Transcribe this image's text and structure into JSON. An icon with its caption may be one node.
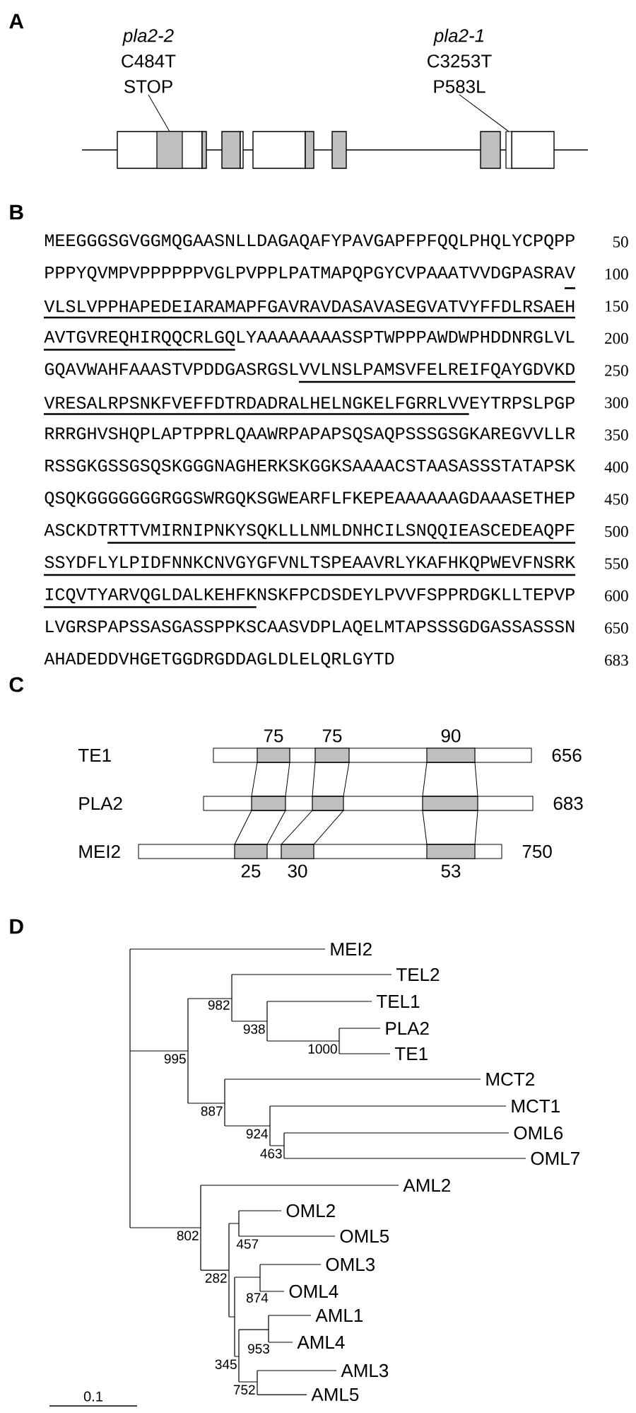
{
  "diagram": {
    "nodes": [
      {
        "text": [
          "pla2-2",
          "C484T",
          "STOP"
        ]
      },
      {
        "text": [
          "pla2-1",
          "C3253T",
          "P583L"
        ]
      },
      {
        "text": [],
        "shape": "box"
      },
      {
        "text": [],
        "shape": "box"
      },
      {
        "text": [],
        "shape": "bar",
        "beside": [
          "656"
        ]
      },
      {
        "text": [],
        "shape": "box",
        "in": 4,
        "beside": [
          "75"
        ]
      },
      {
        "text": [],
        "shape": "box",
        "in": 4,
        "beside": [
          "75"
        ]
      },
      {
        "text": [],
        "shape": "box",
        "in": 4,
        "beside": [
          "90"
        ]
      },
      {
        "text": [],
        "shape": "bar",
        "beside": [
          "683"
        ]
      },
      {
        "text": [],
        "shape": "box",
        "in": 8
      },
      {
        "text": [],
        "shape": "box",
        "in": 8
      },
      {
        "text": [],
        "shape": "box",
        "in": 8
      },
      {
        "text": [],
        "shape": "bar",
        "beside": [
          "750"
        ]
      },
      {
        "text": [],
        "shape": "box",
        "in": 12,
        "beside": [
          "25"
        ]
      },
      {
        "text": [],
        "shape": "box",
        "in": 12,
        "beside": [
          "30"
        ]
      },
      {
        "text": [],
        "shape": "box",
        "in": 12,
        "beside": [
          "53"
        ]
      }
    ],
    "edges": [
      {
        "from": 0,
        "to": 2,
        "arrow": "none"
      },
      {
        "from": 1,
        "to": 3,
        "arrow": "none"
      },
      {
        "from": 5,
        "to": 9,
        "arrow": "none"
      },
      {
        "from": 6,
        "to": 10,
        "arrow": "none"
      },
      {
        "from": 7,
        "to": 11,
        "arrow": "none"
      },
      {
        "from": 9,
        "to": 13,
        "arrow": "none"
      },
      {
        "from": 10,
        "to": 14,
        "arrow": "none"
      },
      {
        "from": 11,
        "to": 15,
        "arrow": "none"
      }
    ],
    "labels": [
      "A",
      "B",
      "MEEGGGSGVGGMQGAASNLLDAGAQAFYPAVGAPFPFQQLPHQLYCPQPP",
      "50",
      "PPPYQVMPVPPPPPPVGLPVPPLPATMAPQPGYCVPAAATVVDGPASRAV",
      "100",
      "VLSLVPPHAPEDEIARAMAPFGAVRAVDASAVASEGVATVYFFDLRSAEH",
      "150",
      "AVTGVREQHIRQQCRLGQLYAAAAAAAASSPTWPPPAWDWPHDDNRGLVL",
      "200",
      "GQAVWAHFAAASTVPDDGASRGSLVVLNSLPAMSVFELREIFQAYGDVKD",
      "250",
      "VRESALRPSNKFVEFFDTRDADRALHELNGKELFGRRLVVEYTRPSLPGP",
      "300",
      "RRRGHVSHQPLAPTPPRLQAAWRPAPAPSQSAQPSSSGSGKAREGVVLLR",
      "350",
      "RSSGKGSSGSQSKGGGNAGHERKSKGGKSAAAACSTAASASSSTATAPSK",
      "400",
      "QSQKGGGGGGGRGGSWRGQKSGWEARFLFKEPEAAAAAAGDAAASETHEP",
      "450",
      "ASCKDTRTTVMIRNIPNKYSQKLLLNMLDNHCILSNQQIEASCEDEAQPF",
      "500",
      "SSYDFLYLPIDFNNKCNVGYGFVNLTSPEAAVRLYKAFHKQPWEVFNSRK",
      "550",
      "ICQVTYARVQGLDALKEHFKNSKFPCDSDEYLPVVFSPPRDGKLLTEPVP",
      "600",
      "LVGRSPAPSSASGASSPPKSCAASVDPLAQELMTAPSSSGDGASSASSSN",
      "650",
      "AHADEDDVHGETGGDRGDDAGLDLELQRLGYTD",
      "683",
      "C",
      "TE1",
      "PLA2",
      "MEI2",
      "D",
      "MEI2",
      "TEL2",
      "982",
      "TEL1",
      "938",
      "PLA2",
      "1000",
      "995",
      "TE1",
      "MCT2",
      "MCT1",
      "887",
      "OML6",
      "924",
      "OML7",
      "463",
      "AML2",
      "OML2",
      "802",
      "OML5",
      "457",
      "OML3",
      "282",
      "OML4",
      "874",
      "AML1",
      "AML4",
      "953",
      "345",
      "AML3",
      "752",
      "0.1",
      "AML5"
    ]
  }
}
